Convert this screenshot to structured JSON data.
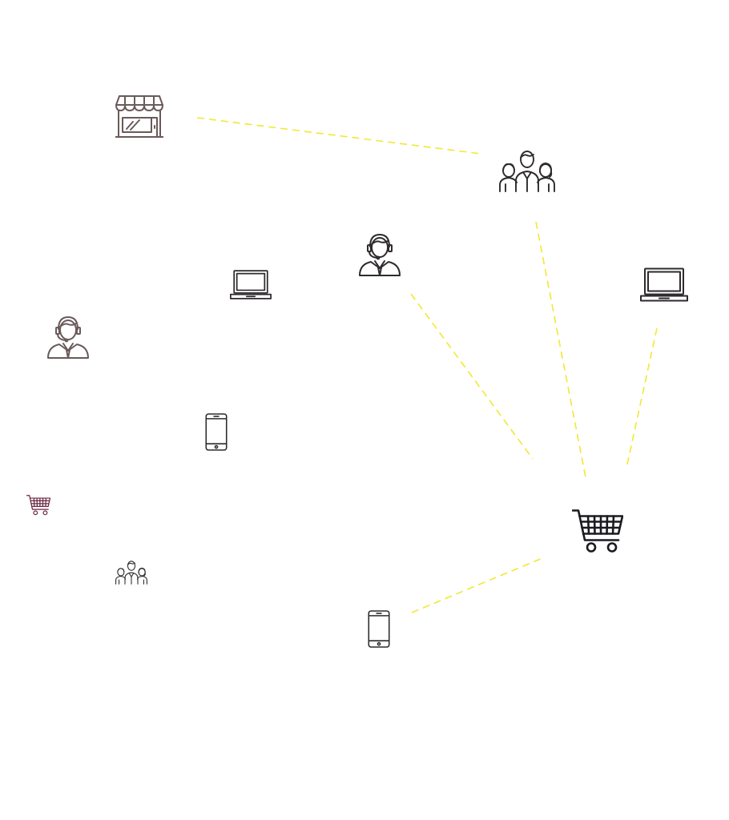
{
  "colors": {
    "background": "#ffffff",
    "connector": "#f2e832",
    "icon_muted": "#6b5a5a",
    "icon_dark": "#2e2a2e",
    "icon_accent": "#6a2740",
    "icon_black": "#1c1a20"
  },
  "nodes": [
    {
      "name": "storefront-icon",
      "icon": "storefront"
    },
    {
      "name": "team-icon-large",
      "icon": "team"
    },
    {
      "name": "support-agent-icon-center",
      "icon": "support-agent"
    },
    {
      "name": "laptop-icon-center",
      "icon": "laptop"
    },
    {
      "name": "laptop-icon-right",
      "icon": "laptop"
    },
    {
      "name": "support-agent-icon-left",
      "icon": "support-agent"
    },
    {
      "name": "smartphone-icon-left",
      "icon": "smartphone"
    },
    {
      "name": "shopping-cart-icon-small",
      "icon": "shopping-cart"
    },
    {
      "name": "team-icon-small",
      "icon": "team"
    },
    {
      "name": "shopping-cart-icon-main",
      "icon": "shopping-cart"
    },
    {
      "name": "smartphone-icon-bottom",
      "icon": "smartphone"
    }
  ],
  "connections": [
    {
      "from": "storefront-icon",
      "to": "team-icon-large"
    },
    {
      "from": "team-icon-large",
      "to": "shopping-cart-icon-main"
    },
    {
      "from": "support-agent-icon-center",
      "to": "shopping-cart-icon-main"
    },
    {
      "from": "laptop-icon-right",
      "to": "shopping-cart-icon-main"
    },
    {
      "from": "smartphone-icon-bottom",
      "to": "shopping-cart-icon-main"
    }
  ]
}
